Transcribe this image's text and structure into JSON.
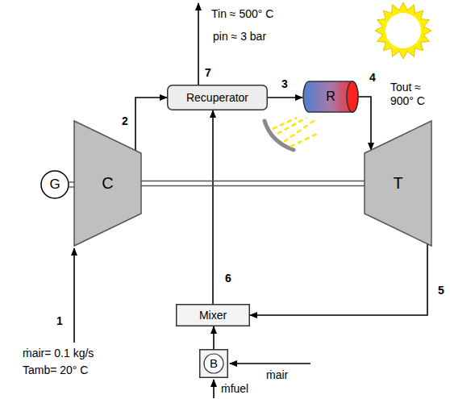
{
  "diagram": {
    "nodes": [
      {
        "text": [
          "Recuperator"
        ]
      },
      {
        "text": [
          "R"
        ]
      },
      {
        "text": [
          "G"
        ]
      },
      {
        "text": [
          "C"
        ]
      },
      {
        "text": [
          "T"
        ]
      },
      {
        "text": [
          "Mixer"
        ]
      },
      {
        "text": [
          "B"
        ]
      }
    ],
    "edges": [
      {
        "from": 3,
        "to": 0,
        "arrow": "to",
        "label": "2"
      },
      {
        "from": 0,
        "to": 1,
        "arrow": "to",
        "label": "3"
      },
      {
        "from": 1,
        "to": 4,
        "arrow": "to",
        "label": "4"
      },
      {
        "from": 4,
        "to": 5,
        "arrow": "to",
        "label": "5"
      },
      {
        "from": 5,
        "to": 0,
        "arrow": "to",
        "label": "6"
      },
      {
        "from": 6,
        "to": 5,
        "arrow": "to"
      },
      {
        "from": 2,
        "to": 3,
        "arrow": "none"
      },
      {
        "from": 3,
        "to": 4,
        "arrow": "none"
      }
    ],
    "labels": [
      "Tin ≈ 500° C",
      "pin ≈ 3 bar",
      "Tout ≈ 900° C",
      "ṁair= 0.1 kg/s",
      "Tamb= 20° C",
      "ṁair",
      "ṁfuel",
      "1",
      "7"
    ]
  }
}
